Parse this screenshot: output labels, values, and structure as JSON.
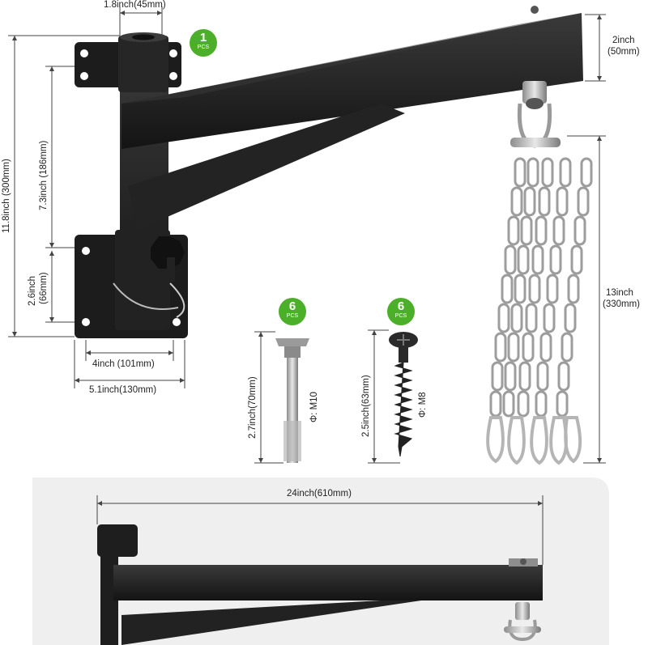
{
  "badges": {
    "bracket": {
      "count": "1",
      "unit": "PCS"
    },
    "bolt": {
      "count": "6",
      "unit": "PCS"
    },
    "screw": {
      "count": "6",
      "unit": "PCS"
    }
  },
  "dimensions": {
    "top_width": "1.8inch(45mm)",
    "arm_height_in": "2inch",
    "arm_height_mm": "(50mm)",
    "total_height": "11.8inch (300mm)",
    "post_height": "7.3inch (186mm)",
    "plate_height_in": "2.6inch",
    "plate_height_mm": "(66mm)",
    "hole_spacing": "4inch (101mm)",
    "plate_width": "5.1inch(130mm)",
    "chain_in": "13inch",
    "chain_mm": "(330mm)",
    "arm_length": "24inch(610mm)"
  },
  "hardware": {
    "bolt_length": "2.7inch(70mm)",
    "bolt_diameter": "Φ: M10",
    "screw_length": "2.5inch(63mm)",
    "screw_diameter": "Φ: M8"
  },
  "colors": {
    "badge": "#4caf2a",
    "metal": "#1e1e1e",
    "panel": "#efefef"
  }
}
